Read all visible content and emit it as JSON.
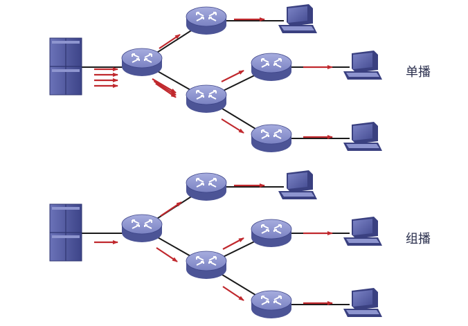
{
  "diagrams": [
    {
      "label": "单播",
      "mode": "unicast"
    },
    {
      "label": "组播",
      "mode": "multicast"
    }
  ],
  "colors": {
    "link": "#1a1a1a",
    "arrow": "#c0282d",
    "router_top": "#8e95cf",
    "router_side": "#4c5496",
    "device": "#5a62a8",
    "device_dark": "#3a4080"
  },
  "icons": {
    "server": "server-icon",
    "router": "router-icon",
    "computer": "computer-icon"
  }
}
